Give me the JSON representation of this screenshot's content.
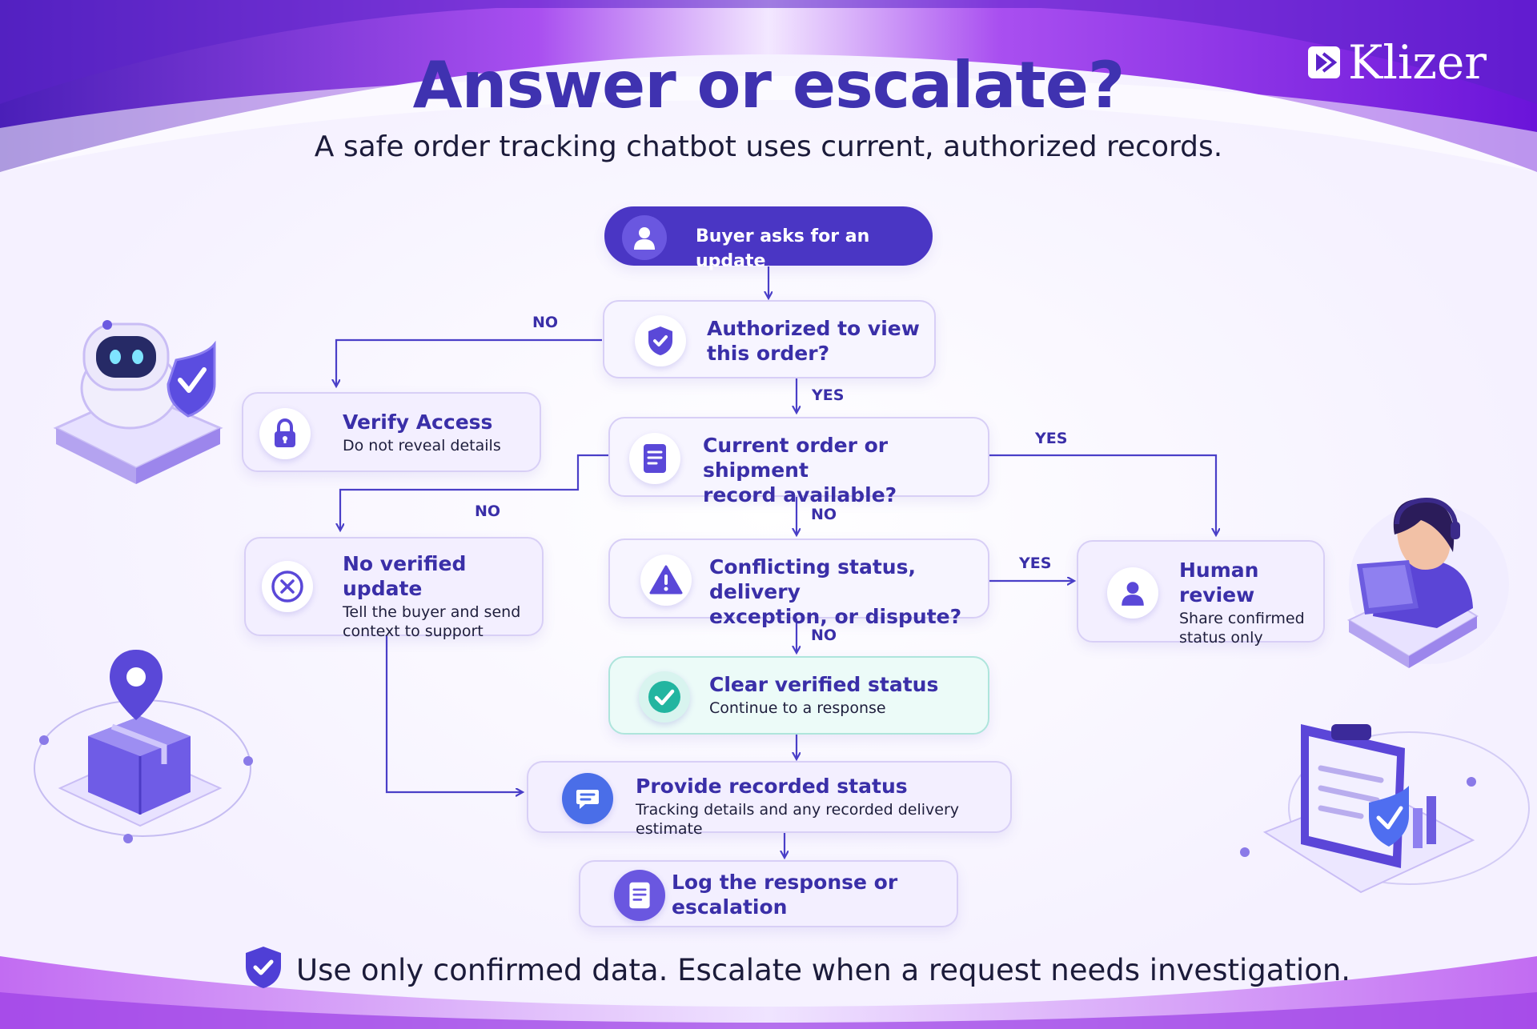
{
  "brand": {
    "name": "Klizer"
  },
  "header": {
    "title": "Answer or escalate?",
    "subtitle": "A safe order tracking chatbot uses current, authorized records."
  },
  "flow": {
    "buyer_asks": {
      "title": "Buyer asks for an update"
    },
    "authorized": {
      "title_line1": "Authorized to view",
      "title_line2": "this order?"
    },
    "verify_access": {
      "title": "Verify Access",
      "sub": "Do not reveal details"
    },
    "record_available": {
      "title_line1": "Current order or shipment",
      "title_line2": "record available?"
    },
    "no_verified": {
      "title": "No verified update",
      "sub_line1": "Tell the buyer and send",
      "sub_line2": "context to support"
    },
    "conflicting": {
      "title_line1": "Conflicting status, delivery",
      "title_line2": "exception, or dispute?"
    },
    "human_review": {
      "title": "Human review",
      "sub_line1": "Share confirmed",
      "sub_line2": "status only"
    },
    "clear_status": {
      "title": "Clear verified status",
      "sub": "Continue to a response"
    },
    "provide_status": {
      "title": "Provide recorded status",
      "sub": "Tracking details and any recorded delivery estimate"
    },
    "log_response": {
      "title_line1": "Log the response or",
      "title_line2": "escalation"
    }
  },
  "labels": {
    "no_auth": "NO",
    "yes_auth": "YES",
    "yes_record": "YES",
    "no_record_left": "NO",
    "no_record_down": "NO",
    "yes_conflict": "YES",
    "no_conflict": "NO"
  },
  "footer": {
    "text": "Use only confirmed data. Escalate when a request needs investigation."
  },
  "colors": {
    "accent": "#4a36c4",
    "header_band": "#6a2bd9",
    "success": "#22b5a0",
    "line": "#4a3fc8"
  },
  "icons": {
    "buyer": "person-icon",
    "authorized": "shield-check-icon",
    "verify": "lock-icon",
    "record": "document-icon",
    "no_verified": "x-circle-icon",
    "conflict": "warning-icon",
    "human": "person-icon",
    "clear": "check-circle-icon",
    "provide": "chat-bubble-icon",
    "log": "document-icon",
    "footer": "shield-check-icon"
  }
}
